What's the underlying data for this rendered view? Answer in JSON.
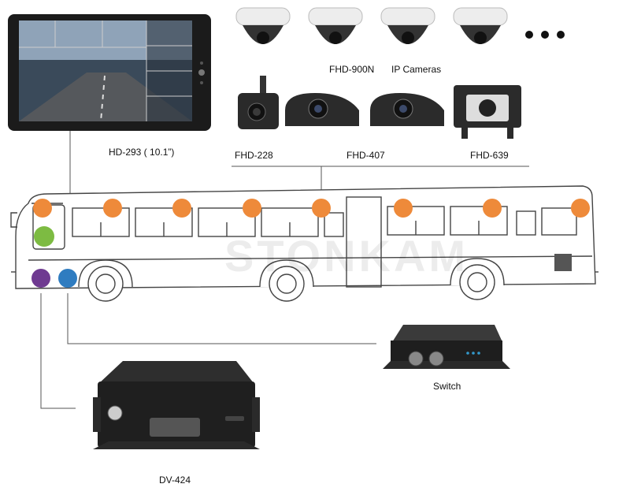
{
  "monitor": {
    "label": "HD-293 ( 10.1”)"
  },
  "ip_cameras": {
    "model_label": "FHD-900N",
    "group_label": "IP Cameras",
    "more_icon": "ellipsis-icon"
  },
  "vehicle_cameras": [
    {
      "label": "FHD-228"
    },
    {
      "label": "FHD-407"
    },
    {
      "label": "FHD-639"
    }
  ],
  "switch": {
    "label": "Switch"
  },
  "dvr": {
    "label": "DV-424"
  },
  "watermark": "STONKAM",
  "colors": {
    "camera_dot": "#ee8a3a",
    "monitor_dot": "#7dbb42",
    "dvr_dot": "#6f3a91",
    "switch_dot": "#2f7cc0",
    "line": "#555555",
    "bus_outline": "#444444"
  }
}
